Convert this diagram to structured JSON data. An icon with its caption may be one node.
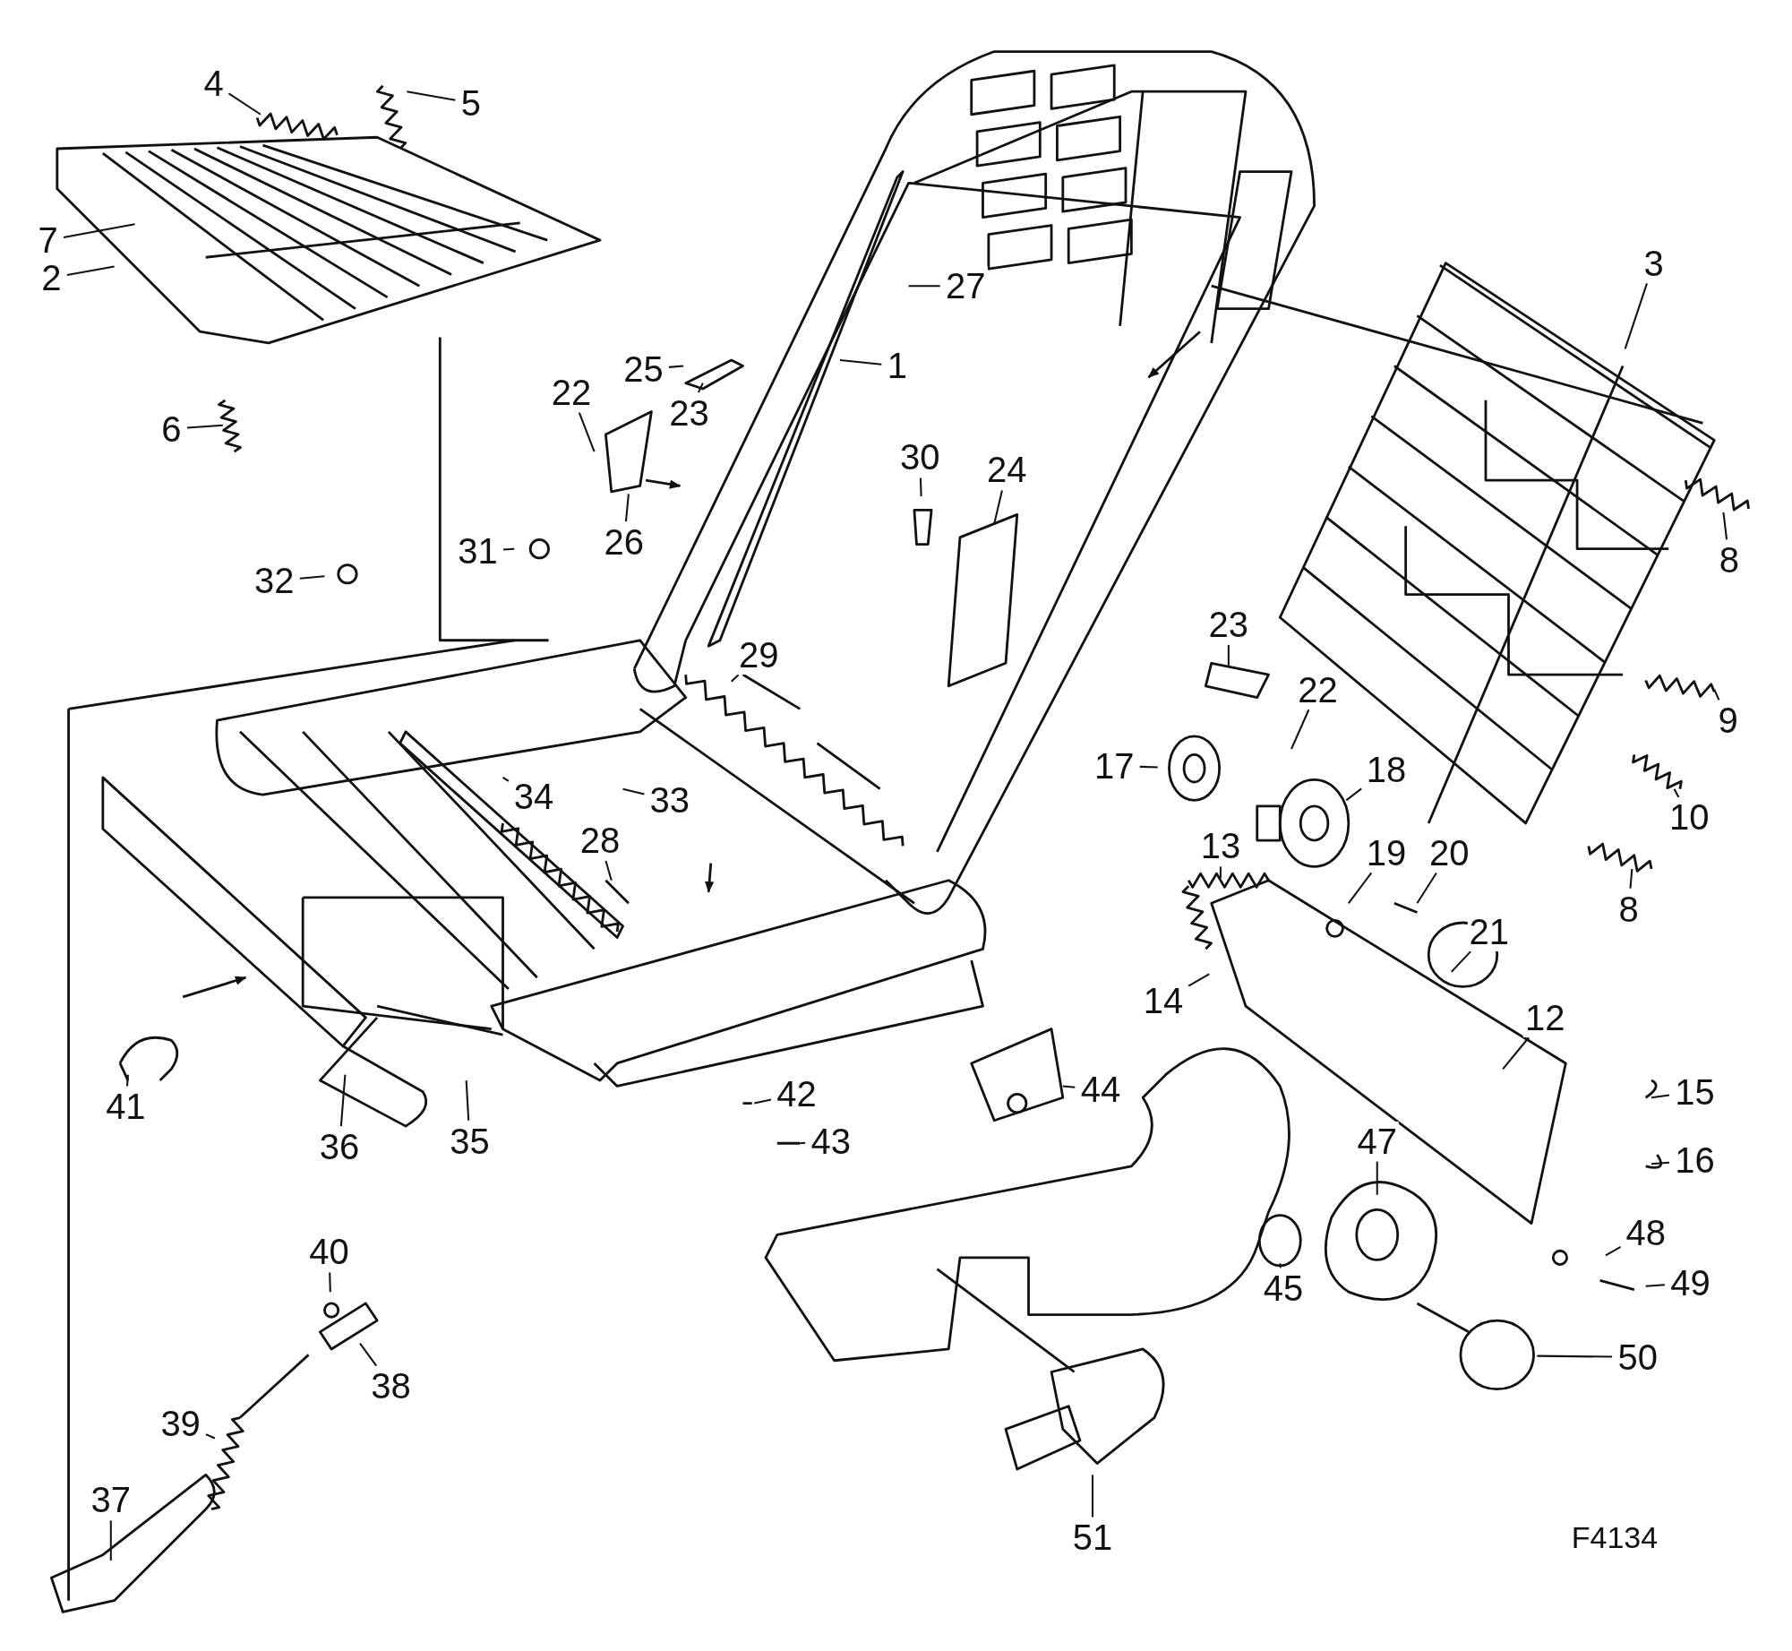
{
  "diagram": {
    "nodes": [
      {
        "text": [
          "1"
        ]
      },
      {
        "text": [
          "2"
        ]
      },
      {
        "text": [
          "3"
        ]
      },
      {
        "text": [
          "4"
        ]
      },
      {
        "text": [
          "5"
        ]
      },
      {
        "text": [
          "6"
        ]
      },
      {
        "text": [
          "7"
        ]
      },
      {
        "text": [
          "8"
        ]
      },
      {
        "text": [
          "8"
        ]
      },
      {
        "text": [
          "9"
        ]
      },
      {
        "text": [
          "10"
        ]
      },
      {
        "text": [
          "12"
        ]
      },
      {
        "text": [
          "13"
        ]
      },
      {
        "text": [
          "14"
        ]
      },
      {
        "text": [
          "15"
        ]
      },
      {
        "text": [
          "16"
        ]
      },
      {
        "text": [
          "17"
        ]
      },
      {
        "text": [
          "18"
        ]
      },
      {
        "text": [
          "19"
        ]
      },
      {
        "text": [
          "20"
        ]
      },
      {
        "text": [
          "21"
        ]
      },
      {
        "text": [
          "22"
        ]
      },
      {
        "text": [
          "22"
        ]
      },
      {
        "text": [
          "23"
        ]
      },
      {
        "text": [
          "23"
        ]
      },
      {
        "text": [
          "24"
        ]
      },
      {
        "text": [
          "25"
        ]
      },
      {
        "text": [
          "26"
        ]
      },
      {
        "text": [
          "27"
        ]
      },
      {
        "text": [
          "28"
        ]
      },
      {
        "text": [
          "29"
        ]
      },
      {
        "text": [
          "30"
        ]
      },
      {
        "text": [
          "31"
        ]
      },
      {
        "text": [
          "32"
        ]
      },
      {
        "text": [
          "33"
        ]
      },
      {
        "text": [
          "34"
        ]
      },
      {
        "text": [
          "35"
        ]
      },
      {
        "text": [
          "36"
        ]
      },
      {
        "text": [
          "37"
        ]
      },
      {
        "text": [
          "38"
        ]
      },
      {
        "text": [
          "39"
        ]
      },
      {
        "text": [
          "40"
        ]
      },
      {
        "text": [
          "41"
        ]
      },
      {
        "text": [
          "42"
        ]
      },
      {
        "text": [
          "43"
        ]
      },
      {
        "text": [
          "44"
        ]
      },
      {
        "text": [
          "45"
        ]
      },
      {
        "text": [
          "47"
        ]
      },
      {
        "text": [
          "48"
        ]
      },
      {
        "text": [
          "49"
        ]
      },
      {
        "text": [
          "50"
        ]
      },
      {
        "text": [
          "51"
        ]
      }
    ],
    "edges": [
      {
        "from": 0,
        "to": null,
        "arrow": "none"
      },
      {
        "from": 1,
        "to": null,
        "arrow": "none"
      },
      {
        "from": 2,
        "to": null,
        "arrow": "none"
      },
      {
        "from": 3,
        "to": null,
        "arrow": "none"
      },
      {
        "from": 4,
        "to": null,
        "arrow": "none"
      },
      {
        "from": 5,
        "to": null,
        "arrow": "none"
      },
      {
        "from": 6,
        "to": null,
        "arrow": "none"
      },
      {
        "from": 7,
        "to": null,
        "arrow": "none"
      },
      {
        "from": 8,
        "to": null,
        "arrow": "none"
      },
      {
        "from": 9,
        "to": null,
        "arrow": "none"
      },
      {
        "from": 10,
        "to": null,
        "arrow": "none"
      },
      {
        "from": 11,
        "to": null,
        "arrow": "none"
      },
      {
        "from": 12,
        "to": null,
        "arrow": "none"
      },
      {
        "from": 13,
        "to": null,
        "arrow": "none"
      },
      {
        "from": 14,
        "to": null,
        "arrow": "none"
      },
      {
        "from": 15,
        "to": null,
        "arrow": "none"
      },
      {
        "from": 16,
        "to": null,
        "arrow": "none"
      },
      {
        "from": 17,
        "to": null,
        "arrow": "none"
      },
      {
        "from": 18,
        "to": null,
        "arrow": "none"
      },
      {
        "from": 19,
        "to": null,
        "arrow": "none"
      },
      {
        "from": 20,
        "to": null,
        "arrow": "none"
      },
      {
        "from": 21,
        "to": null,
        "arrow": "none"
      },
      {
        "from": 22,
        "to": null,
        "arrow": "none"
      },
      {
        "from": 23,
        "to": null,
        "arrow": "none"
      },
      {
        "from": 24,
        "to": null,
        "arrow": "none"
      },
      {
        "from": 25,
        "to": null,
        "arrow": "none"
      },
      {
        "from": 26,
        "to": null,
        "arrow": "none"
      },
      {
        "from": 27,
        "to": null,
        "arrow": "none"
      },
      {
        "from": 28,
        "to": null,
        "arrow": "none"
      },
      {
        "from": 29,
        "to": null,
        "arrow": "none"
      },
      {
        "from": 30,
        "to": null,
        "arrow": "none"
      },
      {
        "from": 31,
        "to": null,
        "arrow": "none"
      },
      {
        "from": 32,
        "to": null,
        "arrow": "none"
      },
      {
        "from": 33,
        "to": null,
        "arrow": "none"
      },
      {
        "from": 34,
        "to": null,
        "arrow": "none"
      },
      {
        "from": 35,
        "to": null,
        "arrow": "none"
      },
      {
        "from": 36,
        "to": null,
        "arrow": "none"
      },
      {
        "from": 37,
        "to": null,
        "arrow": "none"
      },
      {
        "from": 38,
        "to": null,
        "arrow": "none"
      },
      {
        "from": 39,
        "to": null,
        "arrow": "none"
      },
      {
        "from": 40,
        "to": null,
        "arrow": "none"
      },
      {
        "from": 41,
        "to": null,
        "arrow": "none"
      },
      {
        "from": 42,
        "to": null,
        "arrow": "none"
      },
      {
        "from": 43,
        "to": null,
        "arrow": "none"
      },
      {
        "from": 44,
        "to": null,
        "arrow": "none"
      },
      {
        "from": 45,
        "to": null,
        "arrow": "none"
      },
      {
        "from": 46,
        "to": null,
        "arrow": "none"
      },
      {
        "from": 47,
        "to": null,
        "arrow": "none"
      },
      {
        "from": 48,
        "to": null,
        "arrow": "none"
      },
      {
        "from": 49,
        "to": null,
        "arrow": "none"
      },
      {
        "from": 50,
        "to": null,
        "arrow": "none"
      },
      {
        "from": 51,
        "to": null,
        "arrow": "none"
      }
    ],
    "labels": [
      "F4134"
    ]
  }
}
